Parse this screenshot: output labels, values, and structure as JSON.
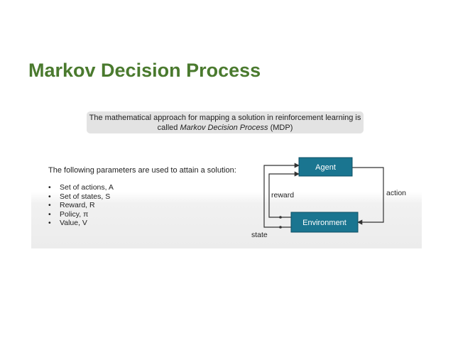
{
  "slide": {
    "title": "Markov Decision Process"
  },
  "callout": {
    "line1": "The mathematical approach for mapping a solution in reinforcement learning is",
    "line2_prefix": "called ",
    "line2_italic": "Markov Decision Process",
    "line2_suffix": " (MDP)"
  },
  "parameters": {
    "intro": "The following parameters are used to attain a solution:",
    "bullet": "•",
    "items": [
      "Set of actions, A",
      "Set of states, S",
      "Reward, R",
      "Policy, π",
      "Value, V"
    ]
  },
  "diagram": {
    "agent_label": "Agent",
    "environment_label": "Environment",
    "action_label": "action",
    "reward_label": "reward",
    "state_label": "state",
    "box_fill": "#1a7590",
    "box_stroke": "#0d4f63",
    "line_color": "#333333"
  }
}
